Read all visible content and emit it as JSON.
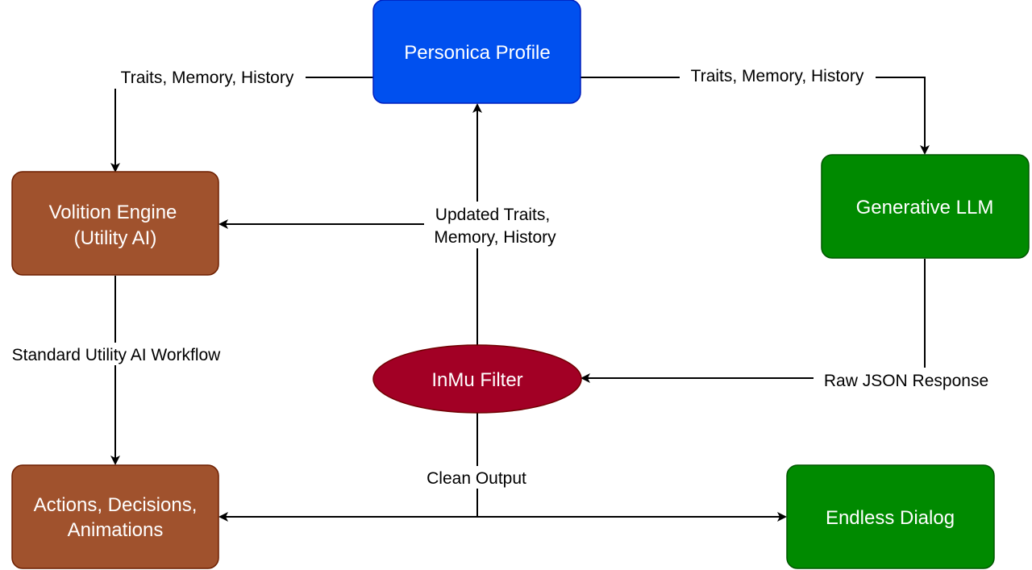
{
  "nodes": {
    "personica_profile": {
      "label": "Personica Profile",
      "color": "#0050EF"
    },
    "volition_engine": {
      "label_line1": "Volition Engine",
      "label_line2": "(Utility AI)",
      "color": "#A0522D"
    },
    "generative_llm": {
      "label": "Generative LLM",
      "color": "#008A00"
    },
    "inmu_filter": {
      "label": "InMu Filter",
      "color": "#A20025"
    },
    "actions": {
      "label_line1": "Actions, Decisions,",
      "label_line2": "Animations",
      "color": "#A0522D"
    },
    "endless_dialog": {
      "label": "Endless Dialog",
      "color": "#008A00"
    }
  },
  "edges": {
    "profile_to_volition": "Traits, Memory, History",
    "profile_to_llm": "Traits, Memory, History",
    "filter_to_profile_line1": "Updated Traits,",
    "filter_to_profile_line2": "Memory, History",
    "volition_to_actions": "Standard Utility AI Workflow",
    "llm_to_filter": "Raw JSON Response",
    "filter_to_outputs": "Clean Output"
  }
}
